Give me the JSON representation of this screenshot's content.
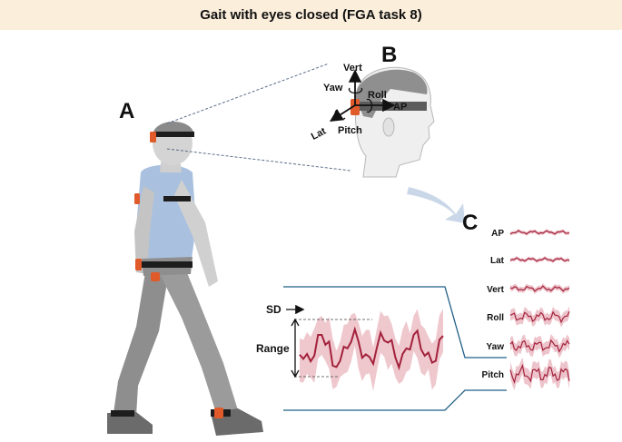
{
  "header": {
    "title": "Gait with eyes closed (FGA task 8)"
  },
  "panels": {
    "a": "A",
    "b": "B",
    "c": "C"
  },
  "head_axes": {
    "vert": "Vert",
    "yaw": "Yaw",
    "roll": "Roll",
    "ap": "AP",
    "lat": "Lat",
    "pitch": "Pitch"
  },
  "signal_labels": [
    "AP",
    "Lat",
    "Vert",
    "Roll",
    "Yaw",
    "Pitch"
  ],
  "zoom_labels": {
    "sd": "SD",
    "range": "Range"
  },
  "colors": {
    "header_bg": "#fbeedb",
    "trace": "#a3213b",
    "band": "#e9b5be",
    "sensor": "#e05a2a",
    "connector": "#1f5f86",
    "arrow": "#c9d7e8"
  },
  "icons": {
    "sensor": "imu-sensor-icon",
    "rotation": "rotation-arrow-icon"
  }
}
